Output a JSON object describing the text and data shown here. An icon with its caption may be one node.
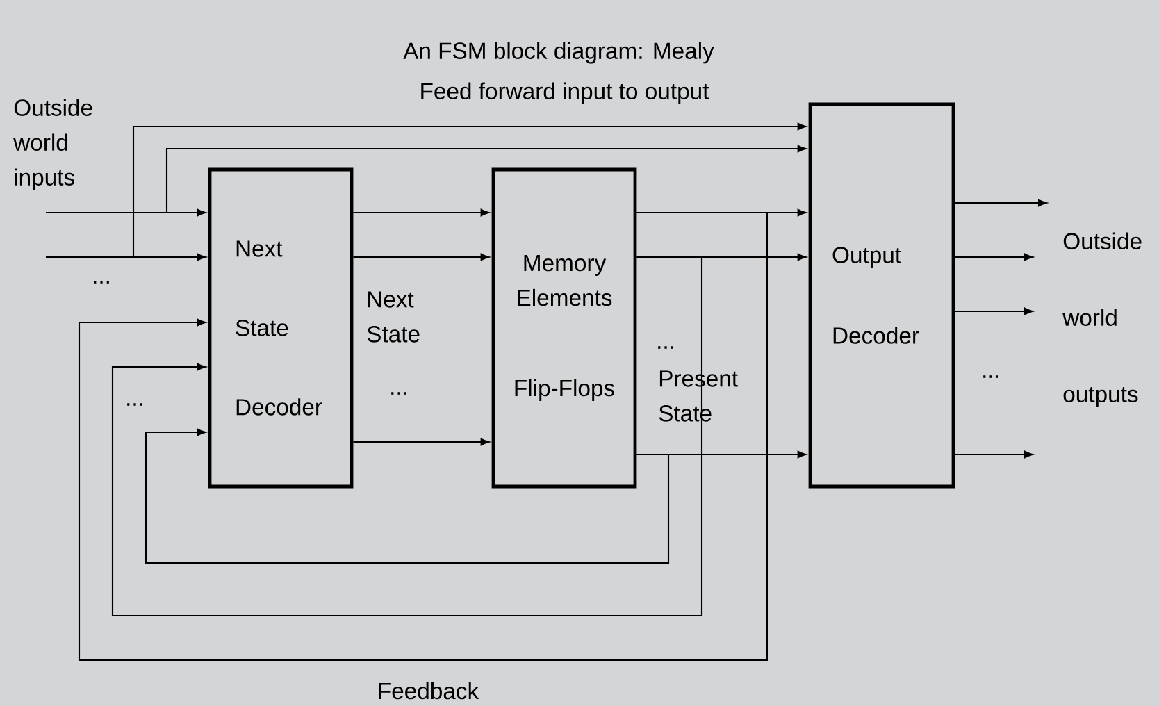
{
  "diagram": {
    "title": "An FSM block diagram: Mealy",
    "nodes": [
      {
        "text": [
          "Next State Decoder"
        ]
      },
      {
        "text": [
          "Memory Elements",
          "Flip-Flops"
        ]
      },
      {
        "text": [
          "Output Decoder"
        ]
      }
    ],
    "edges": [
      {
        "from": null,
        "to": 0,
        "arrow": "to"
      },
      {
        "from": null,
        "to": 0,
        "arrow": "to"
      },
      {
        "from": null,
        "to": 2,
        "arrow": "to"
      },
      {
        "from": null,
        "to": 2,
        "arrow": "to"
      },
      {
        "from": 0,
        "to": 1,
        "arrow": "to"
      },
      {
        "from": 0,
        "to": 1,
        "arrow": "to"
      },
      {
        "from": 0,
        "to": 1,
        "arrow": "to"
      },
      {
        "from": 1,
        "to": 2,
        "arrow": "to"
      },
      {
        "from": 1,
        "to": 2,
        "arrow": "to"
      },
      {
        "from": 1,
        "to": 2,
        "arrow": "to"
      },
      {
        "from": 1,
        "to": 0,
        "arrow": "to"
      },
      {
        "from": 1,
        "to": 0,
        "arrow": "to"
      },
      {
        "from": 1,
        "to": 0,
        "arrow": "to"
      },
      {
        "from": 2,
        "to": null,
        "arrow": "to"
      },
      {
        "from": 2,
        "to": null,
        "arrow": "to"
      },
      {
        "from": 2,
        "to": null,
        "arrow": "to"
      },
      {
        "from": 2,
        "to": null,
        "arrow": "to"
      }
    ],
    "labels": [
      "Feed forward input to output",
      "Outside world inputs",
      "...",
      "Next State",
      "...",
      "...",
      "...",
      "Present State",
      "Outside world outputs",
      "...",
      "Feedback"
    ]
  }
}
